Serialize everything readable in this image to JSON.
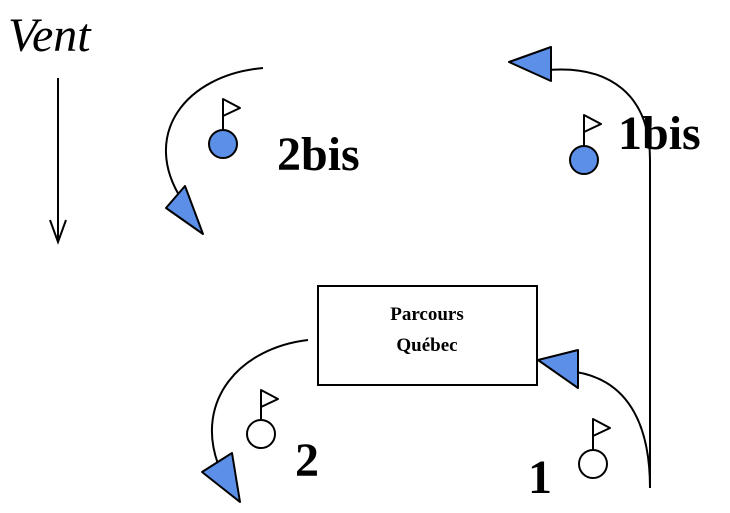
{
  "wind": {
    "label": "Vent"
  },
  "box": {
    "line1": "Parcours",
    "line2": "Québec"
  },
  "marks": {
    "mark_1": "1",
    "mark_2": "2",
    "mark_1bis": "1bis",
    "mark_2bis": "2bis"
  },
  "colors": {
    "buoy_active": "#5b8fe8",
    "buoy_inactive": "#ffffff",
    "arrow_fill": "#5b8fe8",
    "stroke": "#000000"
  }
}
